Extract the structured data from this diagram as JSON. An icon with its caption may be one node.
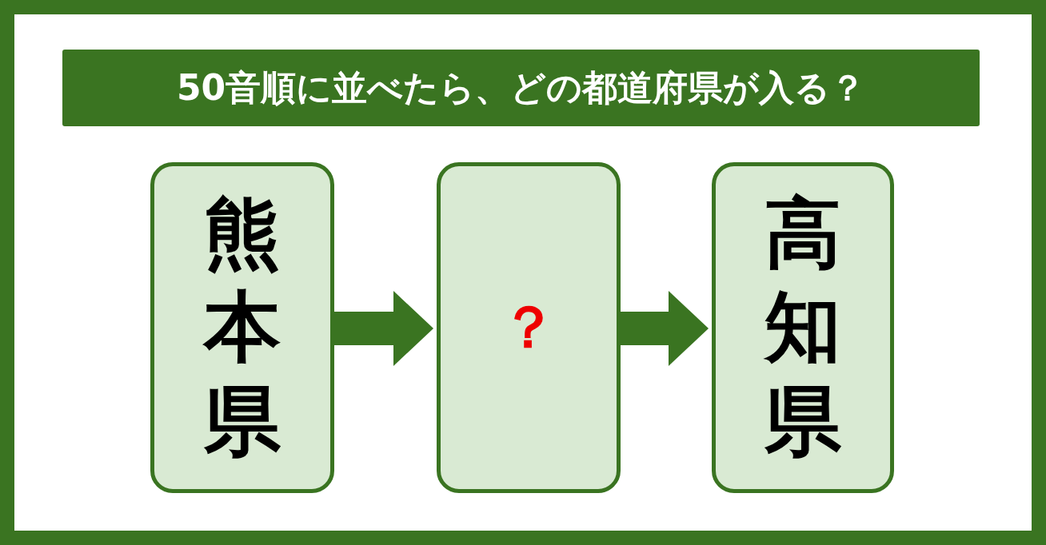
{
  "diagram": {
    "title": "50音順に並べたら、どの都道府県が入る？",
    "nodes": [
      {
        "text": [
          "熊本県"
        ]
      },
      {
        "text": [
          "？"
        ]
      },
      {
        "text": [
          "高知県"
        ]
      }
    ],
    "edges": [
      {
        "from": 0,
        "to": 1,
        "arrow": "to"
      },
      {
        "from": 1,
        "to": 2,
        "arrow": "to"
      }
    ]
  }
}
